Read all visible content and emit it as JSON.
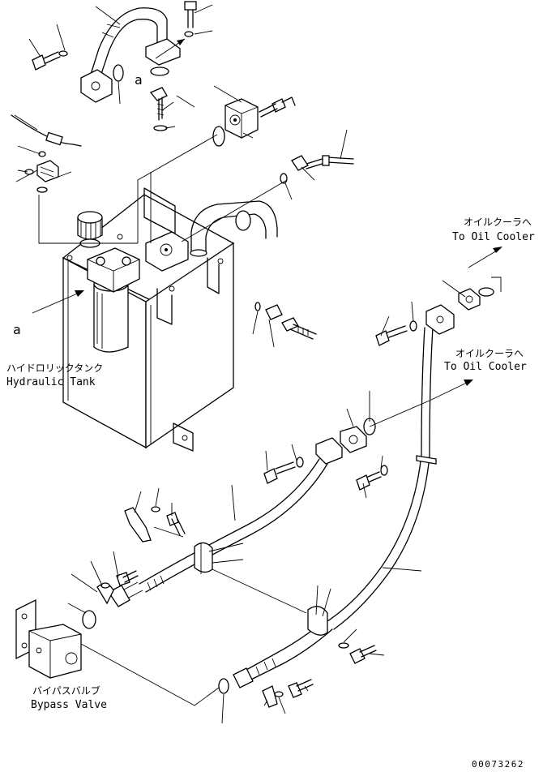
{
  "labels": {
    "oil_cooler_top_jp": "オイルクーラへ",
    "oil_cooler_top_en": "To Oil Cooler",
    "oil_cooler_mid_jp": "オイルクーラへ",
    "oil_cooler_mid_en": "To Oil Cooler",
    "tank_jp": "ハイドロリックタンク",
    "tank_en": "Hydraulic Tank",
    "bypass_jp": "バイパスバルブ",
    "bypass_en": "Bypass Valve",
    "ref_a_top": "a",
    "ref_a_left": "a",
    "drawing_number": "00073262"
  }
}
